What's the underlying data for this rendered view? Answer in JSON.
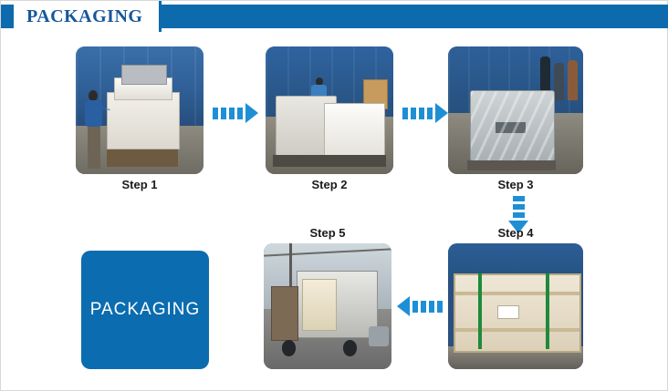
{
  "header": {
    "title": "PACKAGING"
  },
  "steps": [
    {
      "id": "step1",
      "caption": "Step 1"
    },
    {
      "id": "step2",
      "caption": "Step 2"
    },
    {
      "id": "step3",
      "caption": "Step 3"
    },
    {
      "id": "step4",
      "caption": "Step 4"
    },
    {
      "id": "step5",
      "caption": "Step 5"
    }
  ],
  "label_tile": {
    "text": "PACKAGING"
  },
  "arrows": [
    {
      "id": "arrow-step1-step2",
      "direction": "right"
    },
    {
      "id": "arrow-step2-step3",
      "direction": "right"
    },
    {
      "id": "arrow-step3-step4",
      "direction": "down"
    },
    {
      "id": "arrow-step4-step5",
      "direction": "left"
    }
  ],
  "colors": {
    "header_bar": "#0d6bad",
    "header_text": "#17579b",
    "arrow": "#1e8fd5",
    "tile": "#0b6cb0",
    "caption_text": "#1a1a1a"
  }
}
